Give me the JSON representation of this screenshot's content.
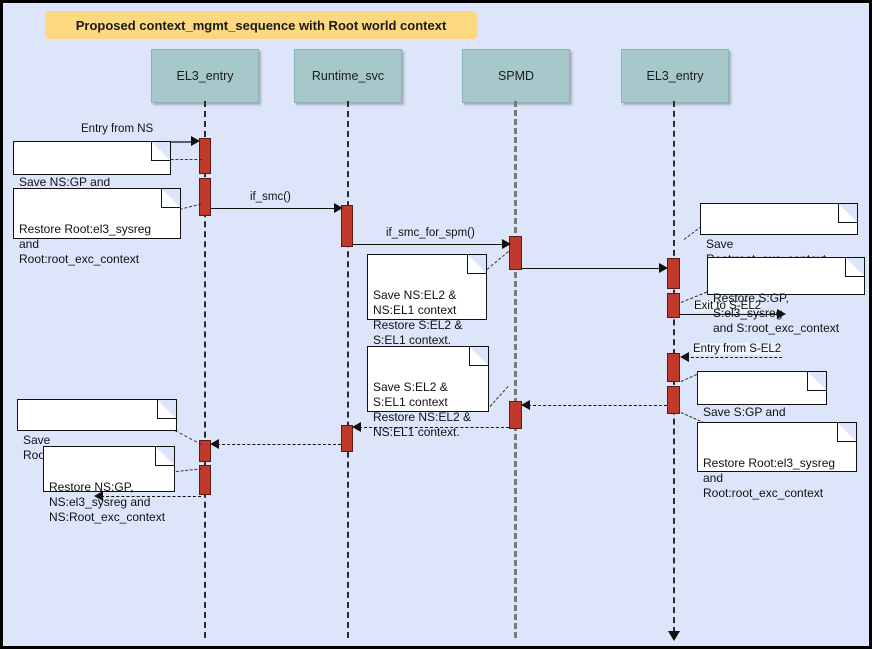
{
  "diagram": {
    "title": "Proposed context_mgmt_sequence with Root world context",
    "colors": {
      "background": "#dde5fa",
      "title_box": "#fcd881",
      "participant_box": "#a6c8ca",
      "activation_bar": "#c0392b",
      "note_box": "#ffffff",
      "line": "#111111"
    }
  },
  "participants": [
    {
      "id": "p1",
      "label": "EL3_entry"
    },
    {
      "id": "p2",
      "label": "Runtime_svc"
    },
    {
      "id": "p3",
      "label": "SPMD"
    },
    {
      "id": "p4",
      "label": "EL3_entry"
    }
  ],
  "messages": [
    {
      "id": "m1",
      "label": "Entry from NS",
      "from": "external-left",
      "to": "p1",
      "style": "solid-gray"
    },
    {
      "id": "m2",
      "label": "if_smc()",
      "from": "p1",
      "to": "p2",
      "style": "solid"
    },
    {
      "id": "m3",
      "label": "if_smc_for_spm()",
      "from": "p2",
      "to": "p3",
      "style": "solid"
    },
    {
      "id": "m4",
      "label": "",
      "from": "p3",
      "to": "p4",
      "style": "solid"
    },
    {
      "id": "m5",
      "label": "Exit to S-EL2",
      "from": "p4",
      "to": "external-right",
      "style": "solid"
    },
    {
      "id": "m6",
      "label": "Entry from S-EL2",
      "from": "external-right",
      "to": "p4",
      "style": "dashed"
    },
    {
      "id": "m7",
      "label": "",
      "from": "p4",
      "to": "p3",
      "style": "dashed"
    },
    {
      "id": "m8",
      "label": "",
      "from": "p3",
      "to": "p2",
      "style": "dashed"
    },
    {
      "id": "m9",
      "label": "",
      "from": "p2",
      "to": "p1",
      "style": "dashed"
    },
    {
      "id": "m10",
      "label": "",
      "from": "p1",
      "to": "external-left",
      "style": "dashed"
    }
  ],
  "notes": [
    {
      "id": "n1",
      "text": "Save NS:GP and\nNS:Root_exc_context"
    },
    {
      "id": "n2",
      "text": "Restore Root:el3_sysreg\nand\nRoot:root_exc_context"
    },
    {
      "id": "n3",
      "text": "Save NS:EL2 &\nNS:EL1 context\nRestore S:EL2 &\nS:EL1 context."
    },
    {
      "id": "n4",
      "text": "Save Root:root_exc_context"
    },
    {
      "id": "n5",
      "text": "Restore S:GP, S:el3_sysreg\nand S:root_exc_context"
    },
    {
      "id": "n6",
      "text": "Save S:EL2 &\nS:EL1 context\nRestore NS:EL2 &\nNS:EL1 context."
    },
    {
      "id": "n7",
      "text": "Save S:GP and\nS:root_exc_context"
    },
    {
      "id": "n8",
      "text": "Restore Root:el3_sysreg\nand\nRoot:root_exc_context"
    },
    {
      "id": "n9",
      "text": "Save Root:root_exc_context"
    },
    {
      "id": "n10",
      "text": "Restore NS:GP,\nNS:el3_sysreg and\nNS:Root_exc_context"
    }
  ]
}
